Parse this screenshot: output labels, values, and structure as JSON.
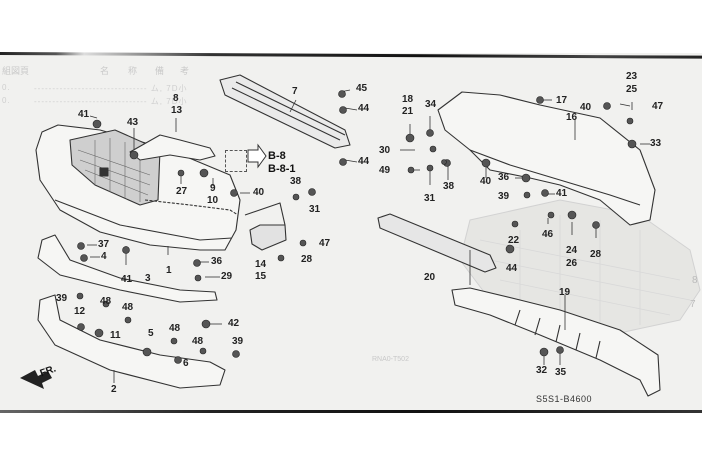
{
  "header": {
    "ghost_left": "組図頁",
    "ghost_columns": [
      "名",
      "称",
      "備",
      "考"
    ],
    "ghost_rows": [
      {
        "num": "0.",
        "text": "-------------------------------  ム, 7D小"
      },
      {
        "num": "0.",
        "text": "-------------------------------  ム, 7D小"
      }
    ]
  },
  "diagram": {
    "title_code": "S5S1-B4600",
    "ghost_code": "RNA0-T502",
    "front_indicator": "FR.",
    "reference": {
      "line1": "B-8",
      "line2": "B-8-1"
    },
    "callouts": [
      {
        "id": "c41a",
        "label": "41"
      },
      {
        "id": "c43",
        "label": "43"
      },
      {
        "id": "c8",
        "label": "8"
      },
      {
        "id": "c13",
        "label": "13"
      },
      {
        "id": "c7",
        "label": "7"
      },
      {
        "id": "c45",
        "label": "45"
      },
      {
        "id": "c44a",
        "label": "44"
      },
      {
        "id": "c44b",
        "label": "44"
      },
      {
        "id": "c27",
        "label": "27"
      },
      {
        "id": "c9",
        "label": "9"
      },
      {
        "id": "c10",
        "label": "10"
      },
      {
        "id": "c40a",
        "label": "40"
      },
      {
        "id": "c38a",
        "label": "38"
      },
      {
        "id": "c31a",
        "label": "31"
      },
      {
        "id": "c47a",
        "label": "47"
      },
      {
        "id": "c28a",
        "label": "28"
      },
      {
        "id": "c14",
        "label": "14"
      },
      {
        "id": "c15",
        "label": "15"
      },
      {
        "id": "c1",
        "label": "1"
      },
      {
        "id": "c37",
        "label": "37"
      },
      {
        "id": "c4",
        "label": "4"
      },
      {
        "id": "c41b",
        "label": "41"
      },
      {
        "id": "c3",
        "label": "3"
      },
      {
        "id": "c36a",
        "label": "36"
      },
      {
        "id": "c29",
        "label": "29"
      },
      {
        "id": "c39a",
        "label": "39"
      },
      {
        "id": "c12",
        "label": "12"
      },
      {
        "id": "c48a",
        "label": "48"
      },
      {
        "id": "c48b",
        "label": "48"
      },
      {
        "id": "c11",
        "label": "11"
      },
      {
        "id": "c5",
        "label": "5"
      },
      {
        "id": "c48c",
        "label": "48"
      },
      {
        "id": "c48d",
        "label": "48"
      },
      {
        "id": "c6",
        "label": "6"
      },
      {
        "id": "c42",
        "label": "42"
      },
      {
        "id": "c39b",
        "label": "39"
      },
      {
        "id": "c2",
        "label": "2"
      },
      {
        "id": "c18",
        "label": "18"
      },
      {
        "id": "c21",
        "label": "21"
      },
      {
        "id": "c34",
        "label": "34"
      },
      {
        "id": "c30",
        "label": "30"
      },
      {
        "id": "c49",
        "label": "49"
      },
      {
        "id": "c31b",
        "label": "31"
      },
      {
        "id": "c38b",
        "label": "38"
      },
      {
        "id": "c40b",
        "label": "40"
      },
      {
        "id": "c36b",
        "label": "36"
      },
      {
        "id": "c39c",
        "label": "39"
      },
      {
        "id": "c41c",
        "label": "41"
      },
      {
        "id": "c17",
        "label": "17"
      },
      {
        "id": "c16",
        "label": "16"
      },
      {
        "id": "c40c",
        "label": "40"
      },
      {
        "id": "c23",
        "label": "23"
      },
      {
        "id": "c25",
        "label": "25"
      },
      {
        "id": "c47b",
        "label": "47"
      },
      {
        "id": "c33",
        "label": "33"
      },
      {
        "id": "c46",
        "label": "46"
      },
      {
        "id": "c22",
        "label": "22"
      },
      {
        "id": "c44c",
        "label": "44"
      },
      {
        "id": "c24",
        "label": "24"
      },
      {
        "id": "c26",
        "label": "26"
      },
      {
        "id": "c28b",
        "label": "28"
      },
      {
        "id": "c20",
        "label": "20"
      },
      {
        "id": "c19",
        "label": "19"
      },
      {
        "id": "c32",
        "label": "32"
      },
      {
        "id": "c35",
        "label": "35"
      },
      {
        "id": "cg8",
        "label": "8"
      },
      {
        "id": "cg7",
        "label": "7"
      }
    ]
  }
}
